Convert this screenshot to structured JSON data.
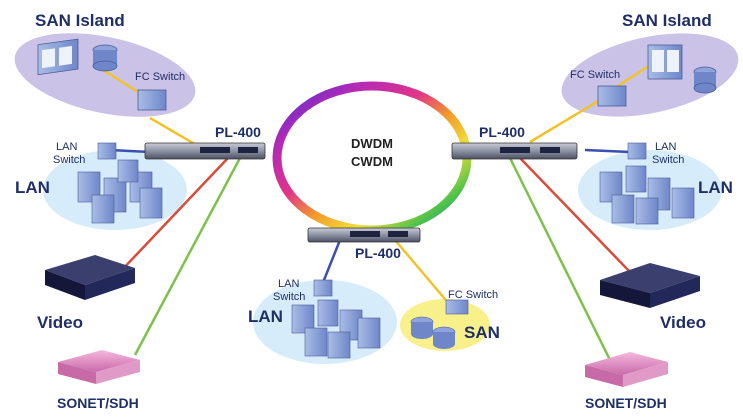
{
  "ring": {
    "line1": "DWDM",
    "line2": "CWDM"
  },
  "nodes": {
    "left": {
      "device": "PL-400"
    },
    "right": {
      "device": "PL-400"
    },
    "bottom": {
      "device": "PL-400"
    }
  },
  "labels": {
    "san_island_left": "SAN Island",
    "san_island_right": "SAN Island",
    "fc_switch_left": "FC Switch",
    "fc_switch_right": "FC Switch",
    "fc_switch_bottom": "FC Switch",
    "lan_switch_left": [
      "LAN",
      "Switch"
    ],
    "lan_switch_right": [
      "LAN",
      "Switch"
    ],
    "lan_switch_bottom": [
      "LAN",
      "Switch"
    ],
    "lan_left": "LAN",
    "lan_right": "LAN",
    "lan_bottom": "LAN",
    "san_bottom": "SAN",
    "video_left": "Video",
    "video_right": "Video",
    "sonet_left": "SONET/SDH",
    "sonet_right": "SONET/SDH"
  },
  "colors": {
    "label": "#1f2f66",
    "san_link": "#f2c22a",
    "lan_link": "#3a4fb0",
    "video_link": "#d94b3a",
    "sonet_link": "#7cc24a",
    "island_fill": "#b9aee0",
    "lan_cloud": "#d6ecfa",
    "san_cloud": "#f8f08a"
  }
}
